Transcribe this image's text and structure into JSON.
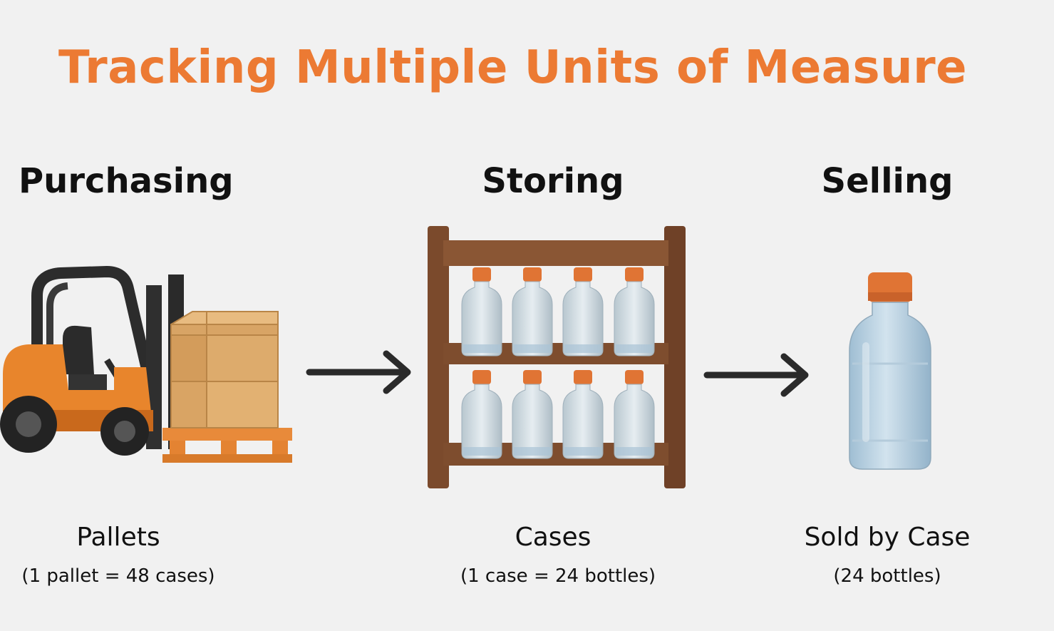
{
  "title": "Tracking Multiple Units of Measure",
  "stages": [
    {
      "heading": "Purchasing",
      "icon": "forklift-icon",
      "unit": "Pallets",
      "conversion": "(1 pallet = 48 cases)"
    },
    {
      "heading": "Storing",
      "icon": "shelf-bottles-icon",
      "unit": "Cases",
      "conversion": "(1 case = 24 bottles)"
    },
    {
      "heading": "Selling",
      "icon": "bottle-icon",
      "unit": "Sold by Case",
      "conversion": "(24 bottles)"
    }
  ],
  "colors": {
    "title": "#ec7a33",
    "forklift": "#e8852c",
    "box": "#d9a464",
    "shelf": "#7b4a2c",
    "cap": "#e07434",
    "arrow": "#2a2a2a"
  }
}
